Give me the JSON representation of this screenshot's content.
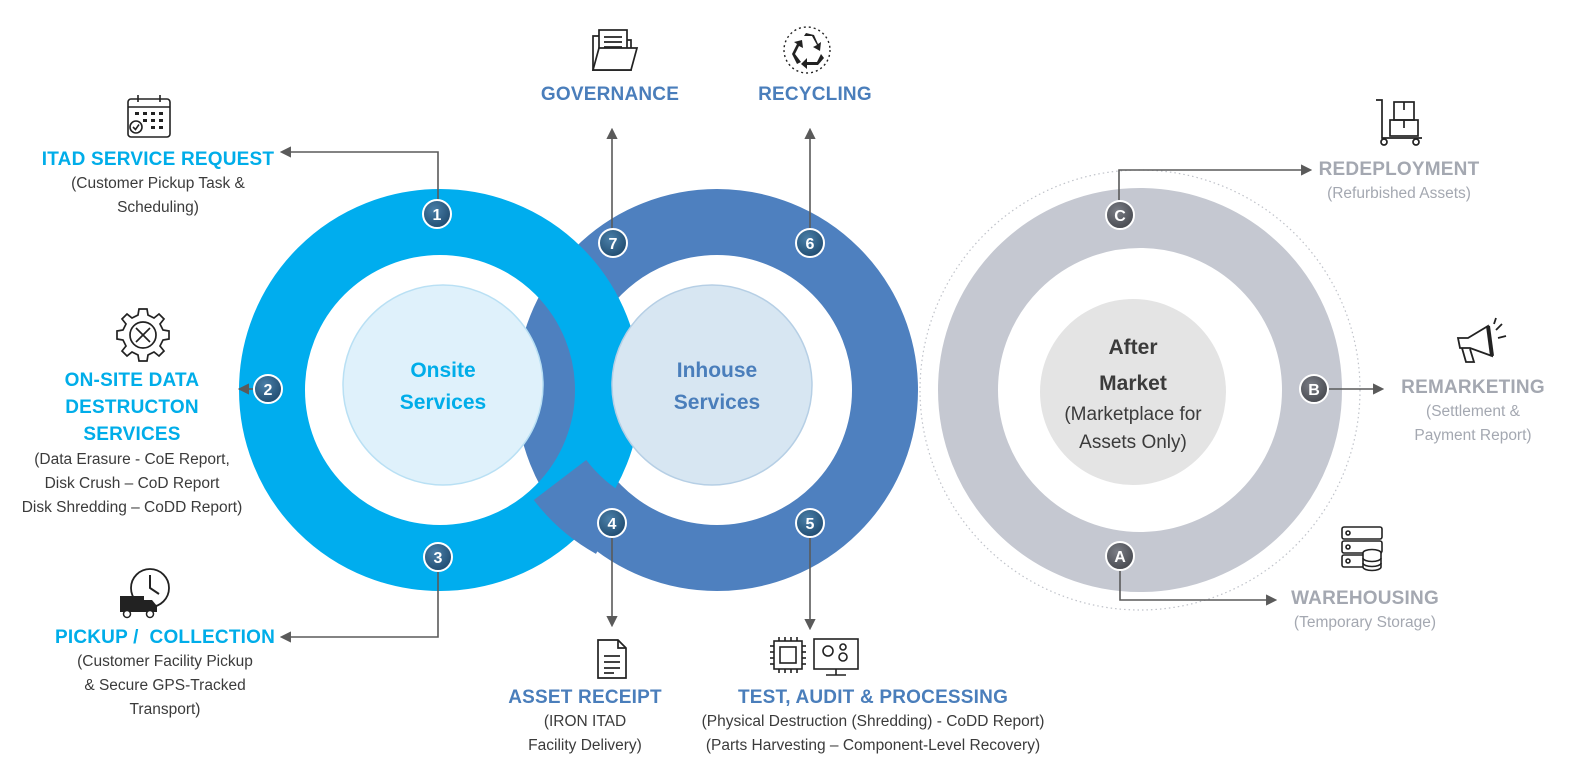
{
  "colors": {
    "onsite_ring": "#00adee",
    "inhouse_ring": "#4e80bf",
    "after_ring": "#c5c8d1",
    "onsite_title": "#00ade9",
    "inhouse_title": "#4a7ebb",
    "after_title": "#a4a8b1",
    "badge_blue": "#2f5f87",
    "badge_grey": "#5a5d66",
    "arrow": "#5a5a5a"
  },
  "hubs": {
    "onsite": {
      "line1": "Onsite",
      "line2": "Services"
    },
    "inhouse": {
      "line1": "Inhouse",
      "line2": "Services"
    },
    "aftermarket": {
      "line1": "After",
      "line2": "Market",
      "line3": "(Marketplace for",
      "line4": "Assets Only)"
    }
  },
  "steps": [
    {
      "badge": "1",
      "icon": "calendar-check-icon",
      "title": "ITAD SERVICE REQUEST",
      "desc": [
        "(Customer Pickup Task &",
        "Scheduling)"
      ]
    },
    {
      "badge": "2",
      "icon": "gear-tools-icon",
      "title": [
        "ON-SITE DATA",
        "DESTRUCTON",
        "SERVICES"
      ],
      "desc": [
        "(Data Erasure - CoE Report,",
        "Disk Crush – CoD Report",
        "Disk Shredding – CoDD Report)"
      ]
    },
    {
      "badge": "3",
      "icon": "truck-clock-icon",
      "title": "PICKUP /  COLLECTION",
      "desc": [
        "(Customer Facility Pickup",
        "& Secure GPS-Tracked",
        "Transport)"
      ]
    },
    {
      "badge": "4",
      "icon": "document-icon",
      "title": "ASSET RECEIPT",
      "desc": [
        "(IRON ITAD",
        "Facility Delivery)"
      ]
    },
    {
      "badge": "5",
      "icon": "chip-monitor-icon",
      "title": "TEST, AUDIT & PROCESSING",
      "desc": [
        "(Physical Destruction (Shredding) - CoDD Report)",
        "(Parts Harvesting – Component-Level Recovery)"
      ]
    },
    {
      "badge": "6",
      "icon": "recycle-icon",
      "title": "RECYCLING"
    },
    {
      "badge": "7",
      "icon": "folder-icon",
      "title": "GOVERNANCE"
    }
  ],
  "aftermarket_steps": [
    {
      "badge": "C",
      "icon": "hand-truck-icon",
      "title": "REDEPLOYMENT",
      "desc": [
        "(Refurbished Assets)"
      ]
    },
    {
      "badge": "B",
      "icon": "megaphone-icon",
      "title": "REMARKETING",
      "desc": [
        "(Settlement &",
        "Payment Report)"
      ]
    },
    {
      "badge": "A",
      "icon": "storage-server-icon",
      "title": "WAREHOUSING",
      "desc": [
        "(Temporary Storage)"
      ]
    }
  ]
}
